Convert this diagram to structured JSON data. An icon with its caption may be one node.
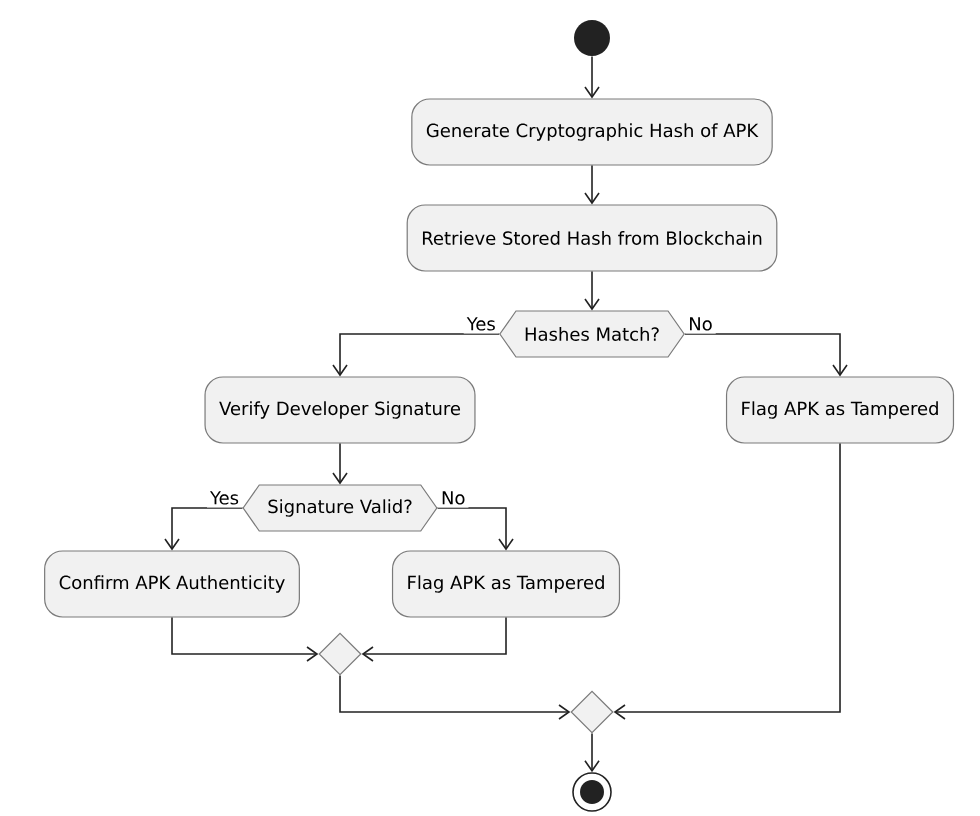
{
  "diagram": {
    "nodes": [
      {
        "text": [],
        "shape": "circle"
      },
      {
        "text": [
          "Generate Cryptographic Hash of APK"
        ]
      },
      {
        "text": [
          "Retrieve Stored Hash from Blockchain"
        ]
      },
      {
        "text": [
          "Hashes Match?"
        ]
      },
      {
        "text": [
          "Verify Developer Signature"
        ]
      },
      {
        "text": [
          "Flag APK as Tampered"
        ]
      },
      {
        "text": [
          "Signature Valid?"
        ]
      },
      {
        "text": [
          "Confirm APK Authenticity"
        ]
      },
      {
        "text": [
          "Flag APK as Tampered"
        ]
      },
      {
        "text": [],
        "shape": "diamond"
      },
      {
        "text": [],
        "shape": "diamond"
      },
      {
        "text": [],
        "shape": "circle"
      }
    ],
    "edges": [
      {
        "from": 0,
        "to": 1,
        "arrow": "to"
      },
      {
        "from": 1,
        "to": 2,
        "arrow": "to"
      },
      {
        "from": 2,
        "to": 3,
        "arrow": "to"
      },
      {
        "from": 3,
        "to": 4,
        "arrow": "to",
        "label": "Yes"
      },
      {
        "from": 3,
        "to": 5,
        "arrow": "to",
        "label": "No"
      },
      {
        "from": 4,
        "to": 6,
        "arrow": "to"
      },
      {
        "from": 6,
        "to": 7,
        "arrow": "to",
        "label": "Yes"
      },
      {
        "from": 6,
        "to": 8,
        "arrow": "to",
        "label": "No"
      },
      {
        "from": 7,
        "to": 9,
        "arrow": "to"
      },
      {
        "from": 8,
        "to": 9,
        "arrow": "to"
      },
      {
        "from": 9,
        "to": 10,
        "arrow": "to"
      },
      {
        "from": 5,
        "to": 10,
        "arrow": "to"
      },
      {
        "from": 10,
        "to": 11,
        "arrow": "to"
      }
    ]
  }
}
